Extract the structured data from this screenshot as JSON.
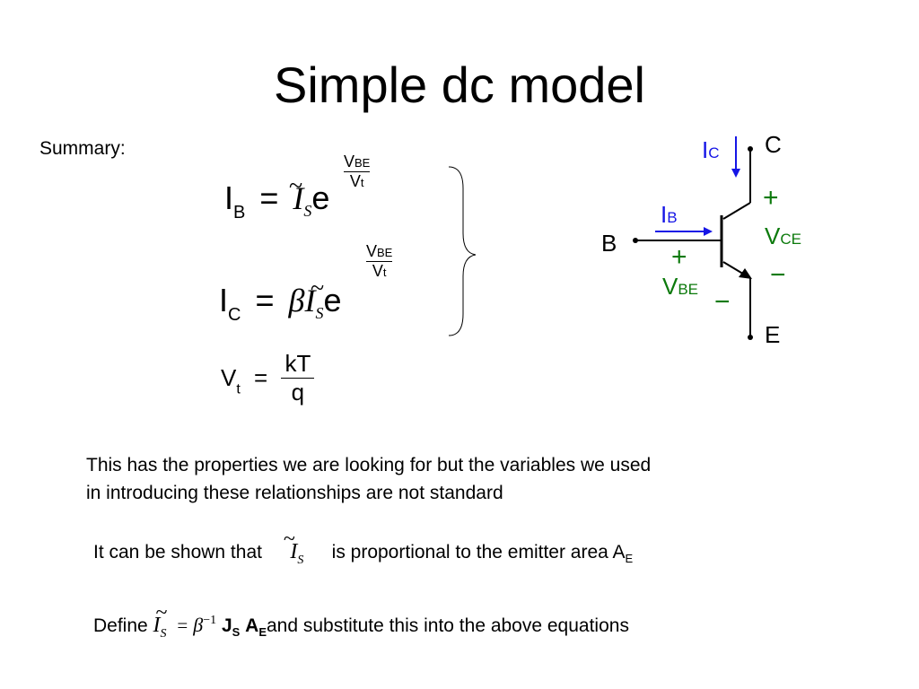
{
  "title": "Simple dc model",
  "summary_label": "Summary:",
  "eq_ib": {
    "lhs": "I",
    "lhs_sub": "B",
    "eq": "=",
    "is": "I",
    "is_sub": "S",
    "e": "e",
    "exp_num": "V",
    "exp_num_sub": "BE",
    "exp_den": "V",
    "exp_den_sub": "t"
  },
  "eq_ic": {
    "lhs": "I",
    "lhs_sub": "C",
    "eq": "=",
    "beta": "β",
    "is": "I",
    "is_sub": "S",
    "e": "e",
    "exp_num": "V",
    "exp_num_sub": "BE",
    "exp_den": "V",
    "exp_den_sub": "t"
  },
  "eq_vt": {
    "lhs": "V",
    "lhs_sub": "t",
    "eq": "=",
    "num": "kT",
    "den": "q"
  },
  "paragraph1_line1": "This has the properties we are looking for but the variables we used",
  "paragraph1_line2": "in introducing these relationships are not standard",
  "paragraph2": {
    "pre": "It can be shown that",
    "sym": "I",
    "sym_sub": "S",
    "post": "is proportional to the emitter area A",
    "post_sub": "E"
  },
  "paragraph3": {
    "pre": "Define",
    "sym": "I",
    "sym_sub": "S",
    "eq": "=",
    "beta": "β",
    "beta_exp": "−1",
    "j": "J",
    "j_sub": "S",
    "a": "A",
    "a_sub": "E",
    "post": "and substitute this into the above equations"
  },
  "circuit": {
    "node_c": "C",
    "node_b": "B",
    "node_e": "E",
    "ic": "I",
    "ic_sub": "C",
    "ib": "I",
    "ib_sub": "B",
    "vce": "V",
    "vce_sub": "CE",
    "vce_plus": "+",
    "vce_minus": "−",
    "vbe": "V",
    "vbe_sub": "BE",
    "vbe_plus": "+",
    "vbe_minus": "−",
    "colors": {
      "current": "#1515e6",
      "voltage": "#0c7a0c",
      "wire": "#000000"
    }
  }
}
